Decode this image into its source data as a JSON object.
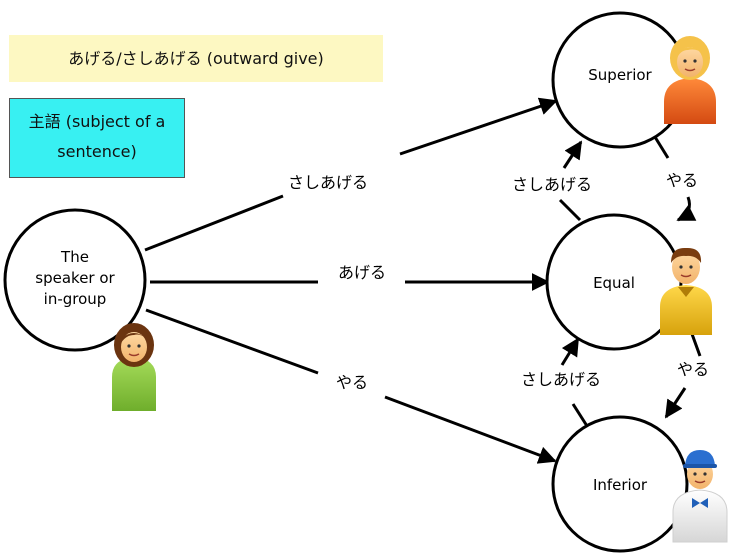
{
  "title": "あげる/さしあげる (outward give)",
  "legend": "主語 (subject of a sentence)",
  "nodes": {
    "speaker": "The speaker or in-group",
    "superior": "Superior",
    "equal": "Equal",
    "inferior": "Inferior"
  },
  "edges": {
    "to_superior": "さしあげる",
    "to_equal": "あげる",
    "to_inferior": "やる",
    "equal_to_superior": "さしあげる",
    "superior_to_equal": "やる",
    "inferior_to_equal": "さしあげる",
    "equal_to_inferior": "やる"
  },
  "colors": {
    "title_bg": "#fdf8c2",
    "legend_bg": "#38f0f2"
  },
  "icons": {
    "speaker": "woman-person-icon",
    "superior": "blonde-person-icon",
    "equal": "man-person-icon",
    "inferior": "server-person-icon"
  }
}
